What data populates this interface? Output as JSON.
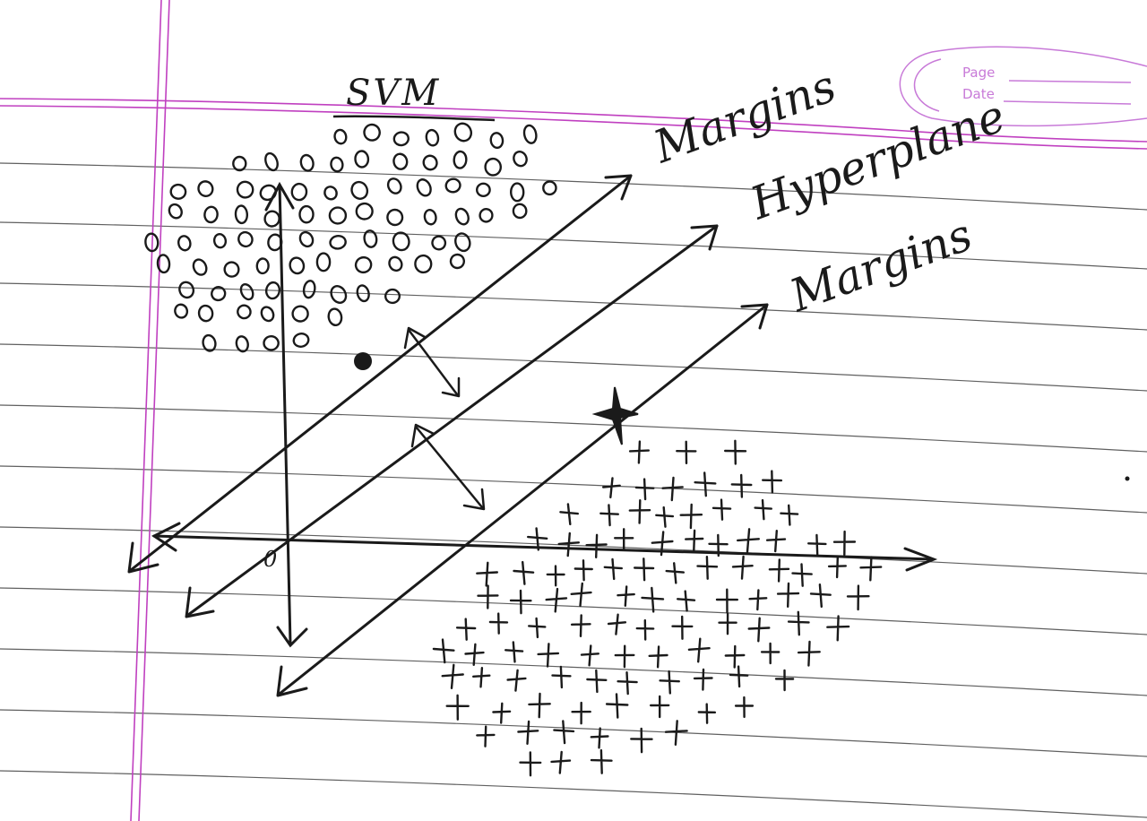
{
  "title": "SVM",
  "labels": {
    "margin_top": "Margins",
    "hyperplane": "Hyperplane",
    "margin_bottom": "Margins"
  },
  "origin_label": "0",
  "page_header": {
    "page": "Page",
    "date": "Date"
  },
  "class_markers": {
    "circle_class": "o",
    "cross_class": "+"
  },
  "colors": {
    "ink": "#1a1a1a",
    "paper": "#ffffff",
    "rule_lines": "#2b2b2b",
    "margin_lines": "#c040c0",
    "header_box": "#c87ad8"
  }
}
